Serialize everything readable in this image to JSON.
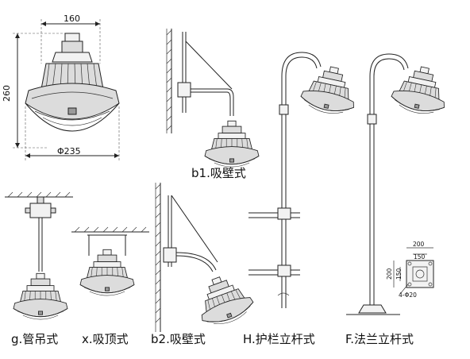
{
  "dimensions": {
    "width": "160",
    "height": "260",
    "diameter": "Φ235"
  },
  "captions": {
    "b1": "b1.吸壁式",
    "g": "g.管吊式",
    "x": "x.吸顶式",
    "b2": "b2.吸壁式",
    "H": "H.护栏立杆式",
    "F": "F.法兰立杆式"
  },
  "flange": {
    "d200": "200",
    "d150": "150",
    "v200": "200",
    "v150": "150",
    "holes": "4-Φ20"
  },
  "colors": {
    "line": "#222222",
    "fill": "#dcdcdc"
  }
}
